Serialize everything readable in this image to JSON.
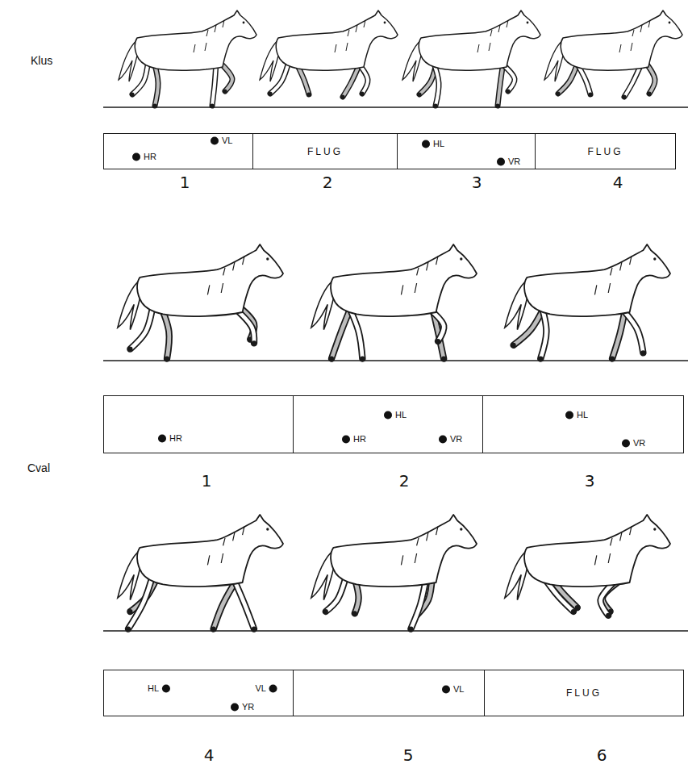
{
  "diagram": {
    "nodes": [
      {
        "text": [
          "VL",
          "HR",
          "1"
        ]
      },
      {
        "text": [
          "FLUG",
          "2"
        ]
      },
      {
        "text": [
          "HL",
          "VR",
          "3"
        ]
      },
      {
        "text": [
          "FLUG",
          "4"
        ]
      },
      {
        "text": [
          "HR",
          "1"
        ]
      },
      {
        "text": [
          "HL",
          "HR",
          "VR",
          "2"
        ]
      },
      {
        "text": [
          "HL",
          "VR",
          "3"
        ]
      },
      {
        "text": [
          "HL",
          "VL",
          "YR",
          "4"
        ]
      },
      {
        "text": [
          "VL",
          "5"
        ]
      },
      {
        "text": [
          "FLUG",
          "6"
        ]
      }
    ],
    "labels": [
      "Klus",
      "Cval"
    ]
  }
}
